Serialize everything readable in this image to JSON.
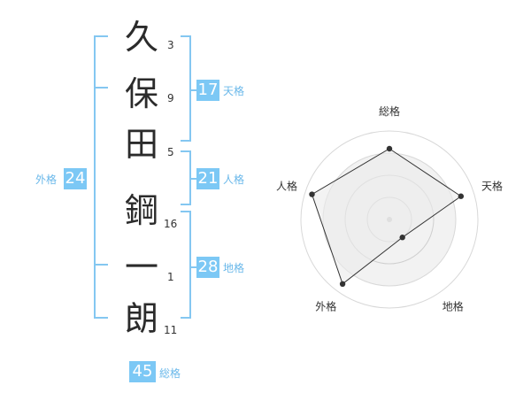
{
  "name": {
    "characters": [
      {
        "char": "久",
        "strokes": "3"
      },
      {
        "char": "保",
        "strokes": "9"
      },
      {
        "char": "田",
        "strokes": "5"
      },
      {
        "char": "鋼",
        "strokes": "16"
      },
      {
        "char": "一",
        "strokes": "1"
      },
      {
        "char": "朗",
        "strokes": "11"
      }
    ]
  },
  "fortunes": {
    "tenkaku": {
      "label": "天格",
      "value": "17"
    },
    "jinkaku": {
      "label": "人格",
      "value": "21"
    },
    "chikaku": {
      "label": "地格",
      "value": "28"
    },
    "gaikaku": {
      "label": "外格",
      "value": "24"
    },
    "soukaku": {
      "label": "総格",
      "value": "45"
    }
  },
  "colors": {
    "accent": "#7cc8f5",
    "bracket": "#84c7f1",
    "text": "#333333"
  },
  "chart_data": {
    "type": "radar",
    "axes": [
      "総格",
      "天格",
      "地格",
      "外格",
      "人格"
    ],
    "values": [
      0.8,
      0.85,
      0.25,
      0.9,
      0.92
    ],
    "range": [
      0,
      1
    ],
    "grid_rings": 4
  }
}
